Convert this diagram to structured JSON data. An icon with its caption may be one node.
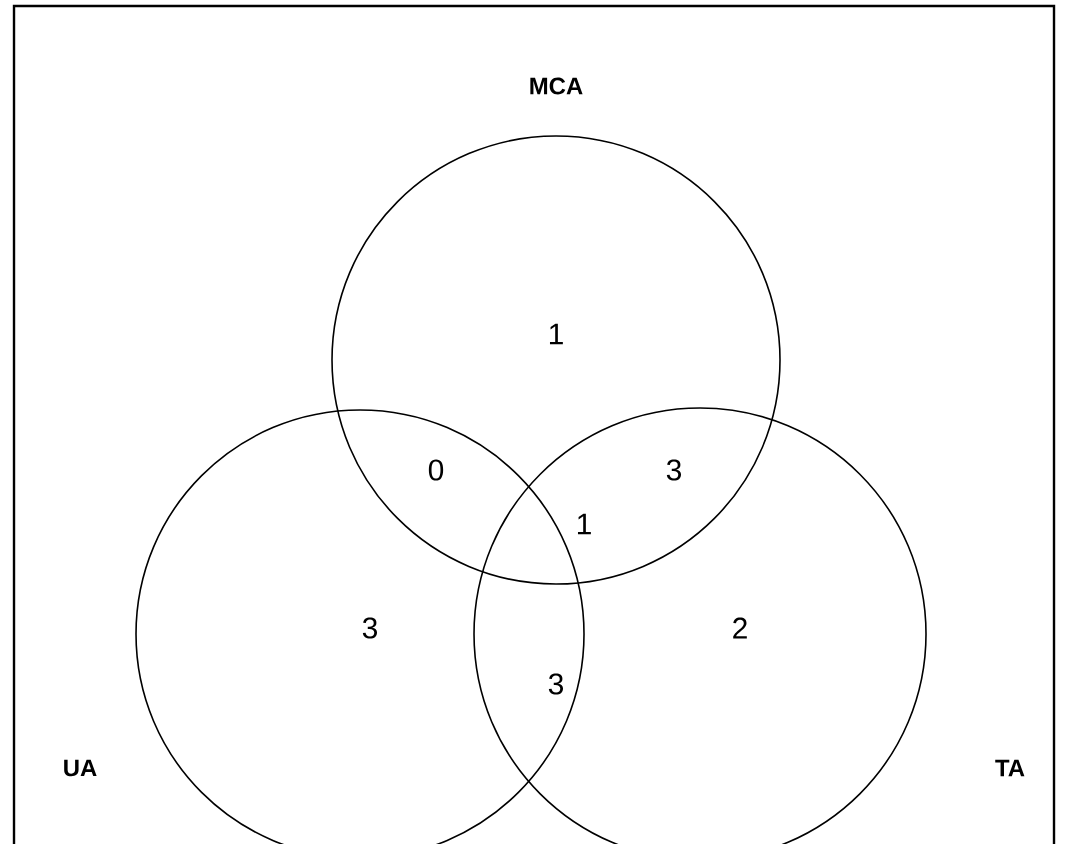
{
  "diagram": {
    "nodes": [
      {
        "text": [
          "MCA"
        ]
      },
      {
        "text": [
          "UA"
        ]
      },
      {
        "text": [
          "TA"
        ]
      }
    ],
    "labels": [
      "1",
      "0",
      "3",
      "1",
      "3",
      "2",
      "3"
    ]
  }
}
